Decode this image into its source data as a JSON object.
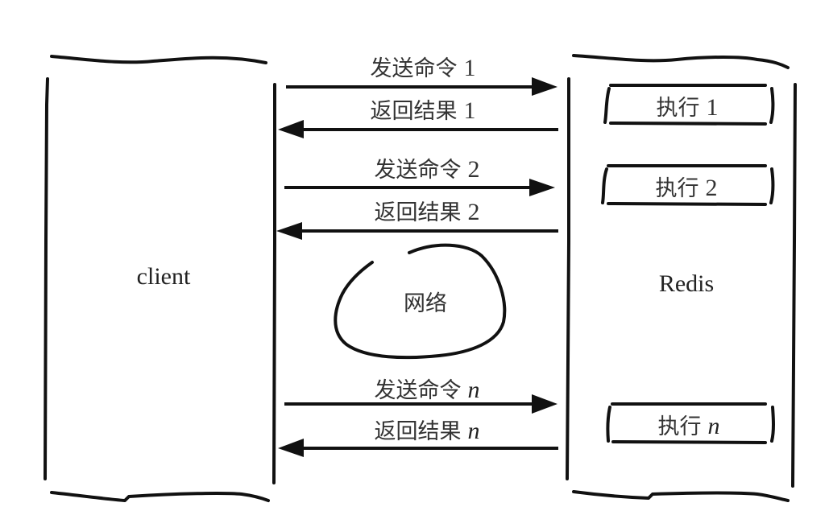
{
  "diagram": {
    "nodes": {
      "client": {
        "label": "client"
      },
      "redis": {
        "label": "Redis"
      },
      "network": {
        "label": "网络"
      }
    },
    "messages": [
      {
        "label": "发送命令",
        "index": "1",
        "index_italic": false,
        "direction": "client-to-redis"
      },
      {
        "label": "返回结果",
        "index": "1",
        "index_italic": false,
        "direction": "redis-to-client"
      },
      {
        "label": "发送命令",
        "index": "2",
        "index_italic": false,
        "direction": "client-to-redis"
      },
      {
        "label": "返回结果",
        "index": "2",
        "index_italic": false,
        "direction": "redis-to-client"
      },
      {
        "label": "发送命令",
        "index": "n",
        "index_italic": true,
        "direction": "client-to-redis"
      },
      {
        "label": "返回结果",
        "index": "n",
        "index_italic": true,
        "direction": "redis-to-client"
      }
    ],
    "executions": [
      {
        "label": "执行",
        "index": "1",
        "index_italic": false
      },
      {
        "label": "执行",
        "index": "2",
        "index_italic": false
      },
      {
        "label": "执行",
        "index": "n",
        "index_italic": true
      }
    ],
    "colors": {
      "stroke": "#111111",
      "text": "#333333",
      "background": "#ffffff"
    }
  }
}
